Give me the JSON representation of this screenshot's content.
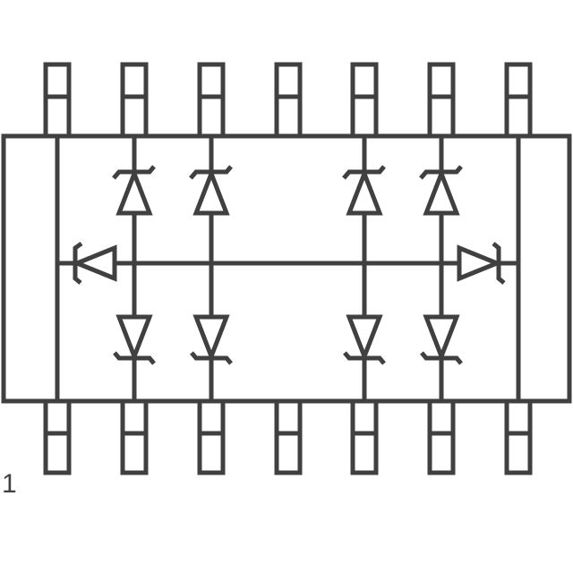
{
  "diagram": {
    "pin1_label": "1",
    "line_color": "#404040",
    "background_color": "#ffffff",
    "top_pin_count": 7,
    "bottom_pin_count": 7,
    "diode_count": 10
  }
}
